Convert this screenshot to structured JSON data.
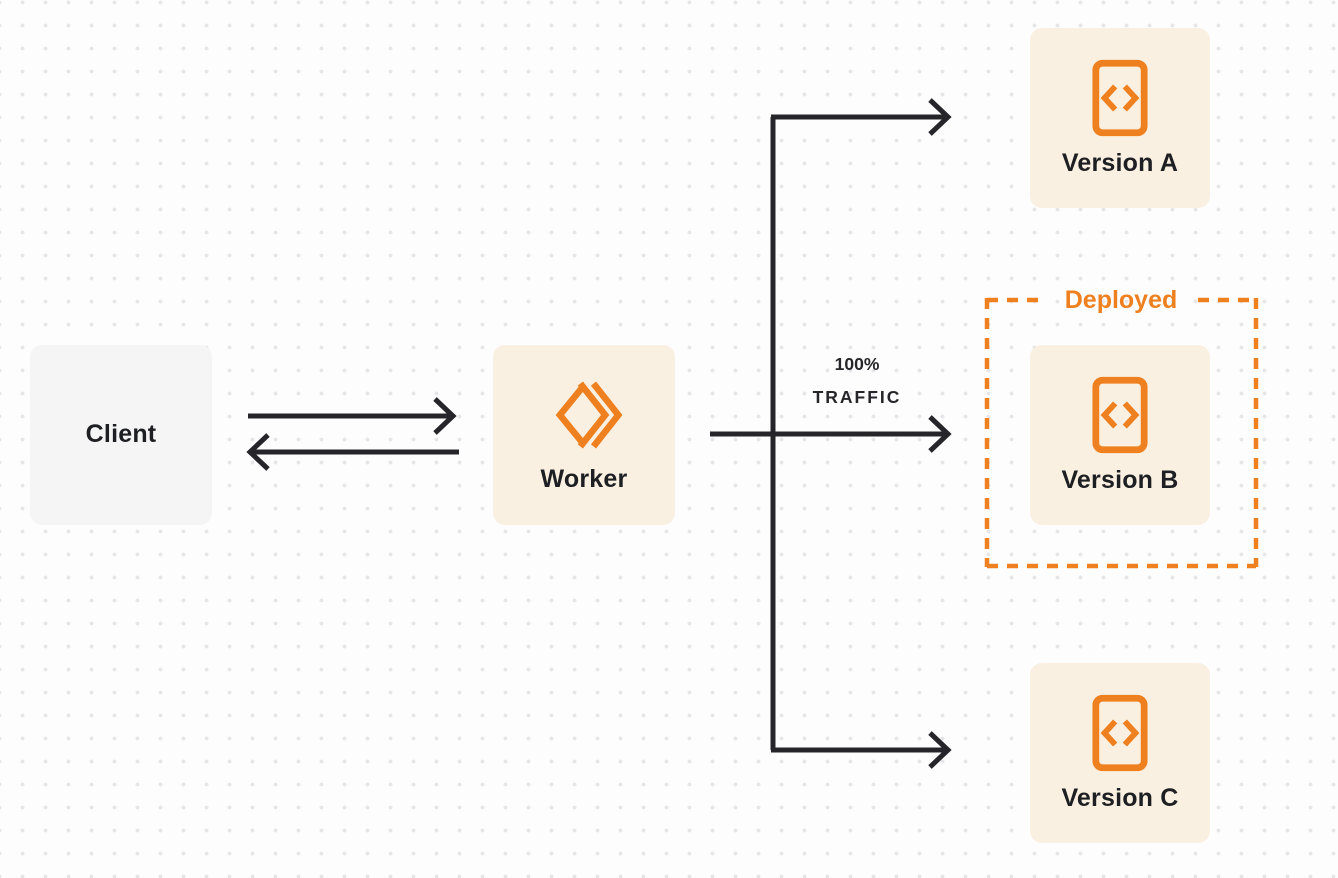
{
  "colors": {
    "canvas_bg": "#FDFDFD",
    "dot": "#E6E6E8",
    "ink": "#26262A",
    "label_text": "#1E1F23",
    "accent_orange": "#EE801F",
    "node_cream_bg": "#FAF0E1",
    "node_gray_bg": "#F5F5F6"
  },
  "nodes": {
    "client": {
      "label": "Client"
    },
    "worker": {
      "label": "Worker",
      "icon": "workers-chevron-icon"
    },
    "version_a": {
      "label": "Version A",
      "icon": "code-document-icon"
    },
    "version_b": {
      "label": "Version B",
      "icon": "code-document-icon"
    },
    "version_c": {
      "label": "Version C",
      "icon": "code-document-icon"
    }
  },
  "annotations": {
    "deployed_label": "Deployed",
    "traffic_percent": "100%",
    "traffic_word": "TRAFFIC"
  }
}
